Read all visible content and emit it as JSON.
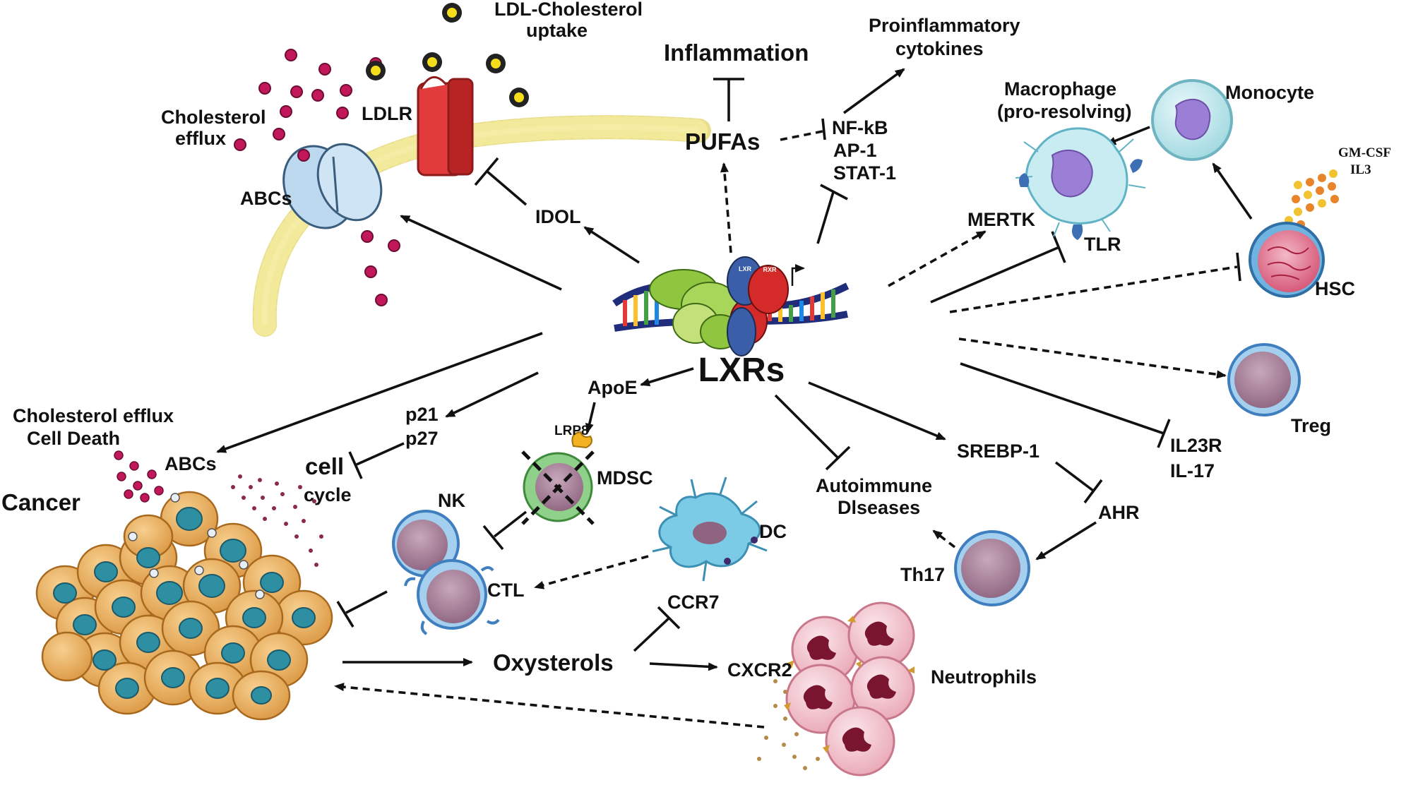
{
  "center": {
    "label": "LXRs",
    "complex_labels": [
      "LXR",
      "RXR"
    ]
  },
  "labels": {
    "ldl_uptake_1": "LDL-Cholesterol",
    "ldl_uptake_2": "uptake",
    "ldlr": "LDLR",
    "chol_efflux_1": "Cholesterol",
    "chol_efflux_2": "efflux",
    "abcs_top": "ABCs",
    "idol": "IDOL",
    "inflammation": "Inflammation",
    "pufas": "PUFAs",
    "nfkb": "NF-kB",
    "ap1": "AP-1",
    "stat1": "STAT-1",
    "proinflam_1": "Proinflammatory",
    "proinflam_2": "cytokines",
    "macrophage_1": "Macrophage",
    "macrophage_2": "(pro-resolving)",
    "monocyte": "Monocyte",
    "gmcsf": "GM-CSF",
    "il3": "IL3",
    "mertk": "MERTK",
    "tlr": "TLR",
    "hsc": "HSC",
    "treg": "Treg",
    "apoe": "ApoE",
    "lrp8": "LRP8",
    "mdsc": "MDSC",
    "p21": "p21",
    "p27": "p27",
    "cell_cycle_1": "cell",
    "cell_cycle_2": "cycle",
    "chol_efflux_cancer_1": "Cholesterol efflux",
    "chol_efflux_cancer_2": "Cell Death",
    "abcs_cancer": "ABCs",
    "cancer": "Cancer",
    "nk": "NK",
    "ctl": "CTL",
    "dc": "DC",
    "ccr7": "CCR7",
    "oxysterols": "Oxysterols",
    "cxcr2": "CXCR2",
    "neutrophils": "Neutrophils",
    "autoimmune_1": "Autoimmune",
    "autoimmune_2": "Dlseases",
    "srebp1": "SREBP-1",
    "ahr": "AHR",
    "th17": "Th17",
    "il23r": "IL23R",
    "il17": "IL-17"
  },
  "colors": {
    "ldlr": "#e23b3b",
    "abcs": "#bcd9ef",
    "membrane": "#f3e9a0",
    "cholesterol": "#c2185b",
    "ldl": "#f5dd1c",
    "monocyte": "#b9e4ea",
    "macrophage": "#c8ecf2",
    "nucleus_purple": "#9b7fd6",
    "lymph_cell": "#a27a92",
    "hsc": "#d9597a",
    "mdsc_outer": "#8fd18a",
    "cancer_cell": "#e3a766",
    "cancer_nucleus": "#2e8fa3",
    "neutrophil": "#f1c6cf",
    "dc": "#7ccbe6",
    "lxr": "#3b5ea8",
    "rxr": "#d42a2a",
    "complex_green": "#8ec63f"
  }
}
